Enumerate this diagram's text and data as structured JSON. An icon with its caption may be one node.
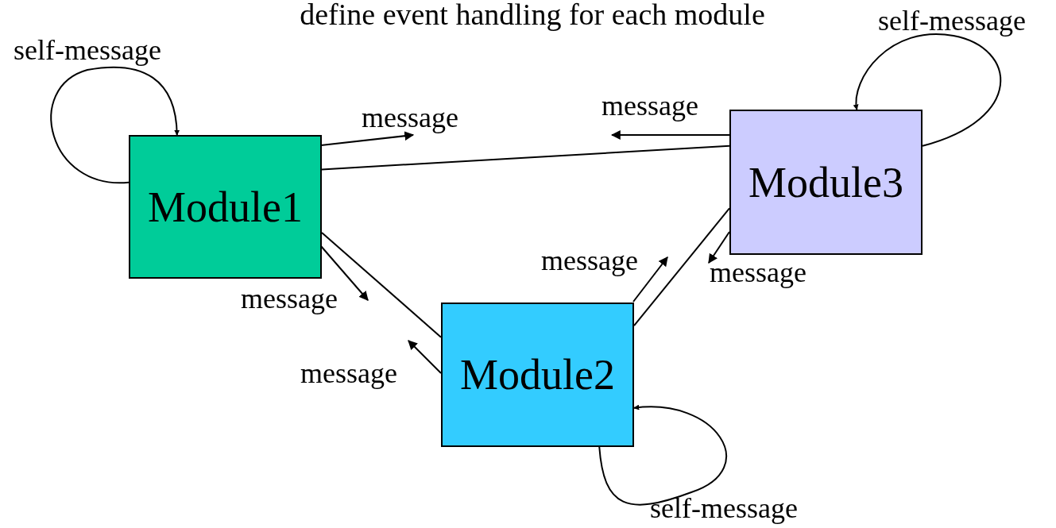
{
  "diagram": {
    "title": "define event handling for each module",
    "nodes": [
      {
        "text": [
          "Module1"
        ]
      },
      {
        "text": [
          "Module2"
        ]
      },
      {
        "text": [
          "Module3"
        ]
      }
    ],
    "edges": [
      {
        "from": 0,
        "to": 0,
        "arrow": "to",
        "label": "self-message"
      },
      {
        "from": 2,
        "to": 2,
        "arrow": "to",
        "label": "self-message"
      },
      {
        "from": 0,
        "to": 2,
        "arrow": "none"
      },
      {
        "from": 0,
        "to": 1,
        "arrow": "none"
      },
      {
        "from": 1,
        "to": 2,
        "arrow": "none"
      },
      {
        "from": 1,
        "to": 1,
        "arrow": "to",
        "label": "self-message"
      }
    ],
    "labels": [
      "message",
      "message",
      "message",
      "message",
      "message",
      "message"
    ]
  }
}
